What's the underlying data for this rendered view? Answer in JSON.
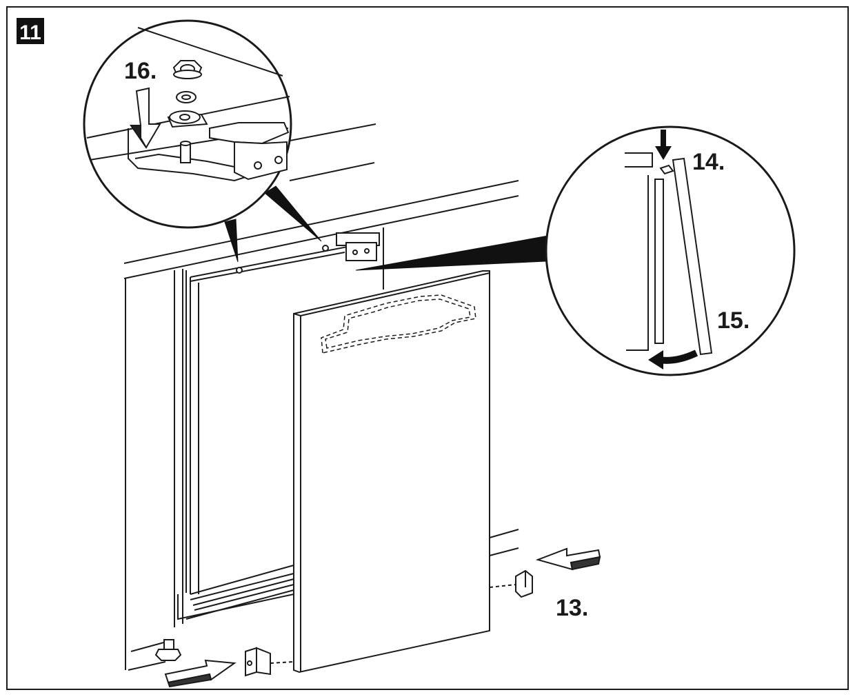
{
  "figure": {
    "step_number": "11",
    "step_labels": {
      "s13": "13.",
      "s14": "14.",
      "s15": "15.",
      "s16": "16."
    }
  },
  "colors": {
    "line": "#1a1a1a",
    "paper": "#ffffff",
    "badge": "#111111"
  }
}
